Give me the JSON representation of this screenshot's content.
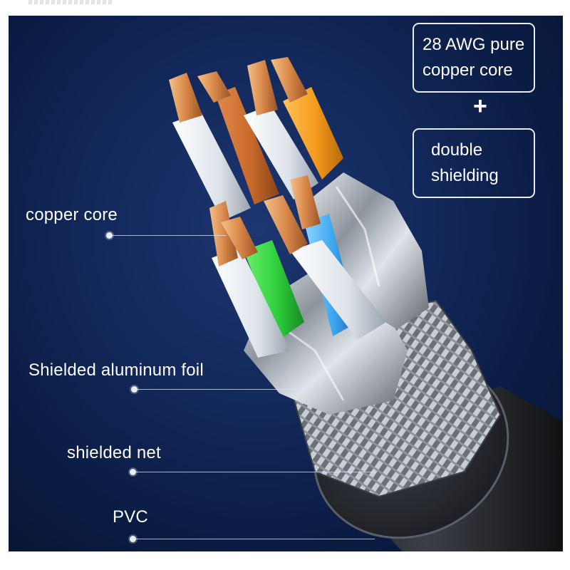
{
  "labels": {
    "copper_core": "copper core",
    "aluminum_foil": "Shielded aluminum foil",
    "shielded_net": "shielded net",
    "pvc": "PVC"
  },
  "callout": {
    "box1_line1": "28 AWG pure",
    "box1_line2": "copper core",
    "plus": "+",
    "box2_line1": "double",
    "box2_line2": "shielding"
  },
  "colors": {
    "background": "#0d1f4a",
    "wire_orange": "#f39a1b",
    "wire_brown": "#c96a2c",
    "wire_green": "#2fcf3b",
    "wire_blue": "#3aa6ee",
    "wire_white": "#e9eef3",
    "copper": "#d9894a",
    "jacket": "#2a2d33"
  }
}
